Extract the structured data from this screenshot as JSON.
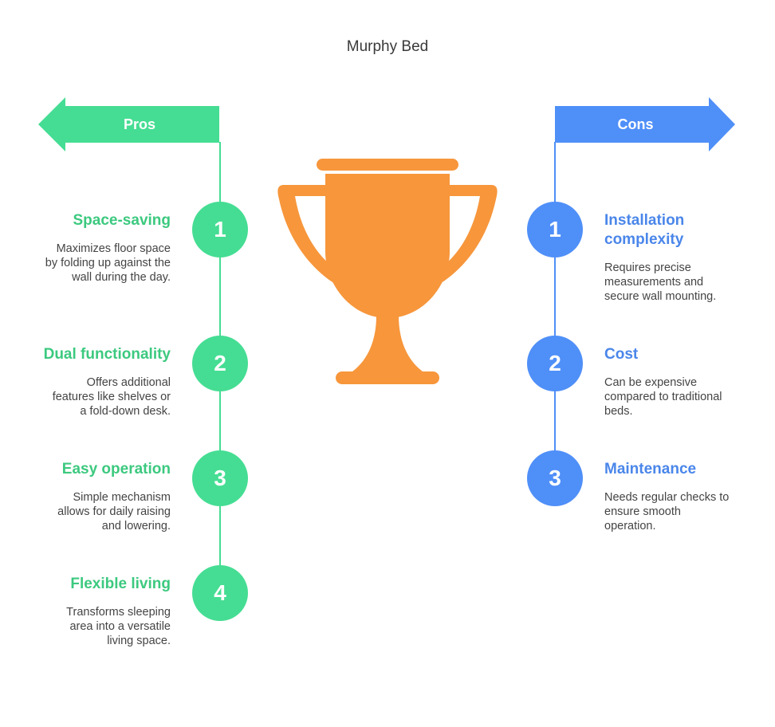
{
  "title": "Murphy Bed",
  "colors": {
    "pros": "#45dd93",
    "cons": "#4f8ff8",
    "trophy": "#f7963b"
  },
  "pros": {
    "label": "Pros",
    "items": [
      {
        "number": "1",
        "heading": "Space-saving",
        "description_lines": [
          "Maximizes floor space",
          "by folding up against the",
          "wall during the day."
        ]
      },
      {
        "number": "2",
        "heading": "Dual functionality",
        "description_lines": [
          "Offers additional",
          "features like shelves or",
          "a fold-down desk."
        ]
      },
      {
        "number": "3",
        "heading": "Easy operation",
        "description_lines": [
          "Simple mechanism",
          "allows for daily raising",
          "and lowering."
        ]
      },
      {
        "number": "4",
        "heading": "Flexible living",
        "description_lines": [
          "Transforms sleeping",
          "area into a versatile",
          "living space."
        ]
      }
    ]
  },
  "cons": {
    "label": "Cons",
    "items": [
      {
        "number": "1",
        "heading_lines": [
          "Installation",
          "complexity"
        ],
        "description_lines": [
          "Requires precise",
          "measurements and",
          "secure wall mounting."
        ]
      },
      {
        "number": "2",
        "heading_lines": [
          "Cost"
        ],
        "description_lines": [
          "Can be expensive",
          "compared to traditional",
          "beds."
        ]
      },
      {
        "number": "3",
        "heading_lines": [
          "Maintenance"
        ],
        "description_lines": [
          "Needs regular checks to",
          "ensure smooth",
          "operation."
        ]
      }
    ]
  },
  "icons": {
    "center": "trophy-icon"
  }
}
